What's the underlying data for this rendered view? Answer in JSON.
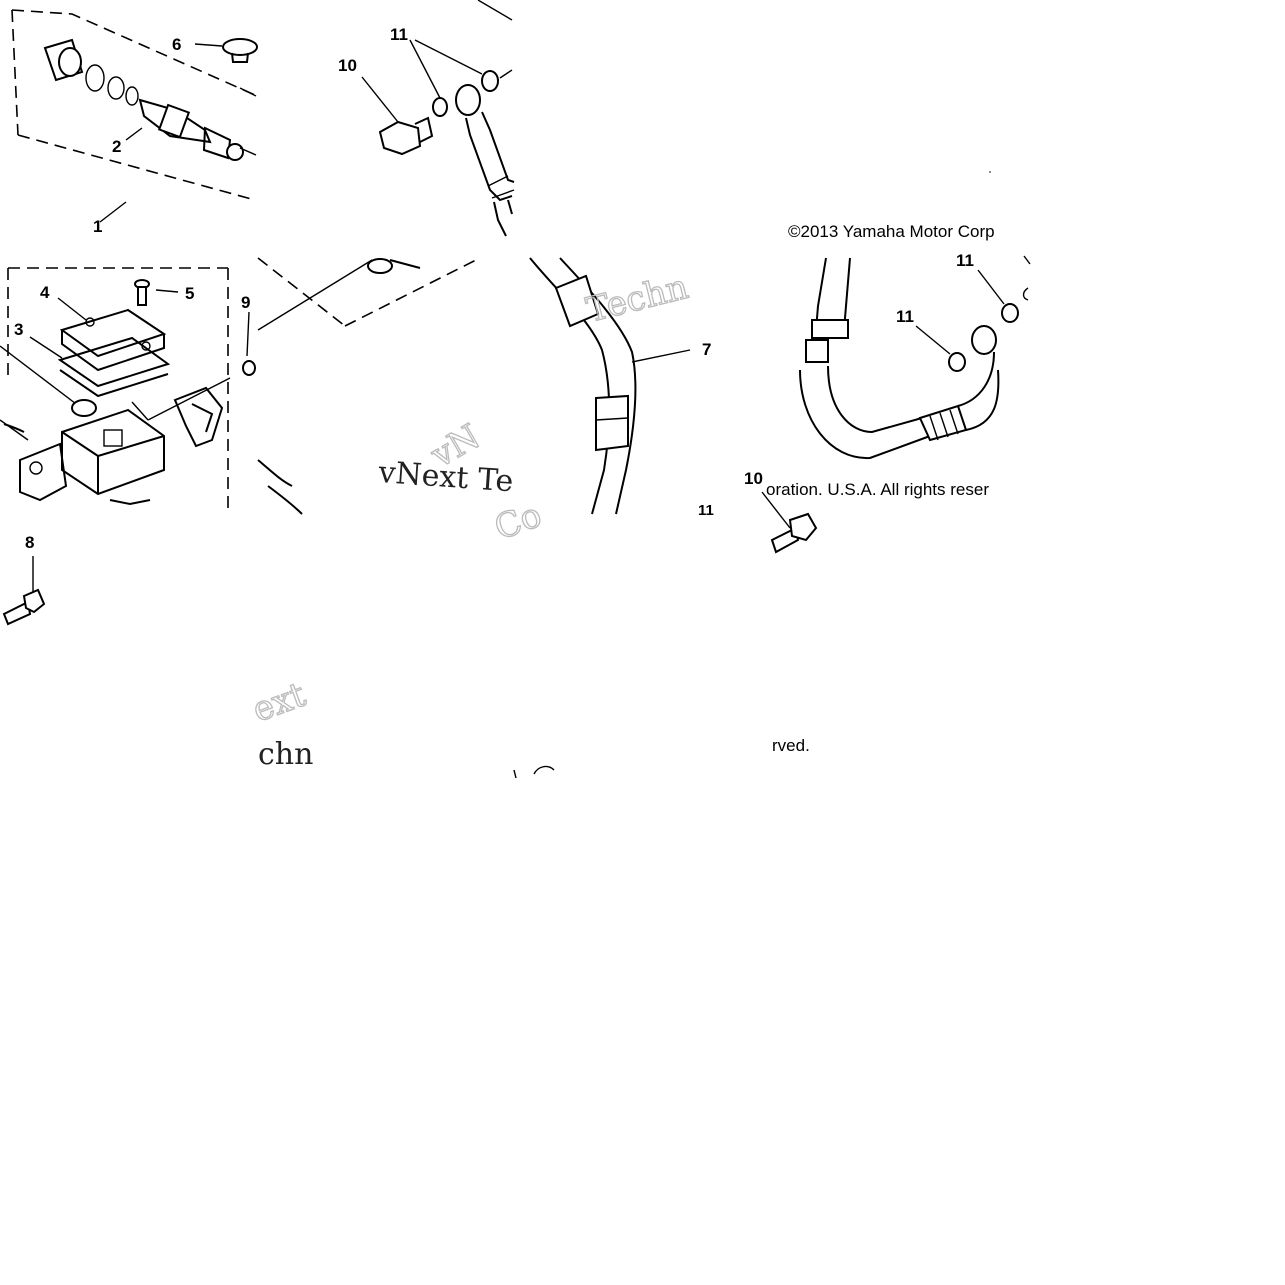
{
  "diagram": {
    "callouts": {
      "c1": "1",
      "c2": "2",
      "c3": "3",
      "c4": "4",
      "c5": "5",
      "c6": "6",
      "c7": "7",
      "c8": "8",
      "c9": "9",
      "c10a": "10",
      "c10b": "10",
      "c11a": "11",
      "c11b": "11",
      "c11c": "11",
      "c11d": "11"
    },
    "copyright": {
      "line1": "©2013 Yamaha Motor Corp",
      "line2": "oration. U.S.A. All rights reser",
      "line3": "rved."
    },
    "watermarks": {
      "w1": "Techn",
      "w2": "vNext Te",
      "w3": "vN",
      "w4": "ext",
      "w5": "chn",
      "w6": "Co"
    }
  }
}
